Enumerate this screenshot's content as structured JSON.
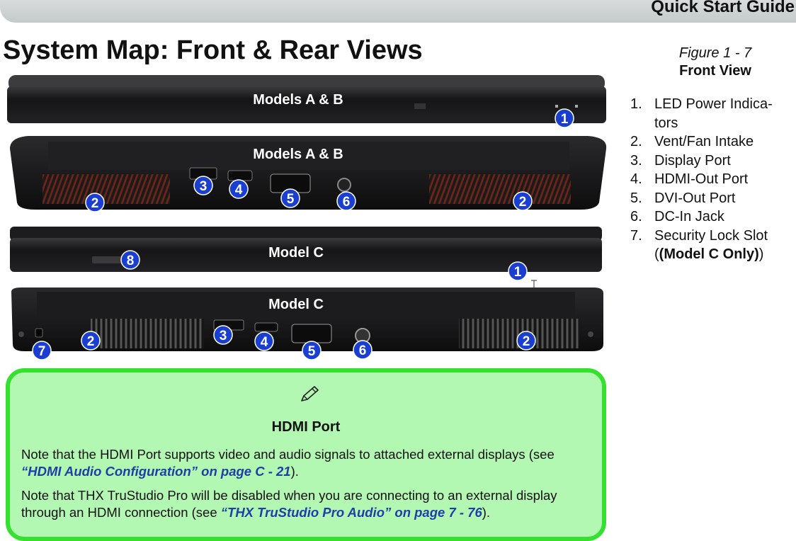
{
  "header": {
    "title": "Quick Start Guide"
  },
  "page_title": "System Map: Front & Rear Views",
  "figure": {
    "number": "Figure 1 - 7",
    "name": "Front View"
  },
  "legend": [
    {
      "num": "1.",
      "lines": [
        "LED Power Indica-",
        "tors"
      ]
    },
    {
      "num": "2.",
      "lines": [
        "Vent/Fan Intake"
      ]
    },
    {
      "num": "3.",
      "lines": [
        "Display Port"
      ]
    },
    {
      "num": "4.",
      "lines": [
        "HDMI-Out Port"
      ]
    },
    {
      "num": "5.",
      "lines": [
        "DVI-Out Port"
      ]
    },
    {
      "num": "6.",
      "lines": [
        "DC-In Jack"
      ]
    },
    {
      "num": "7.",
      "lines": [
        "Security Lock Slot",
        "(Model C Only)"
      ]
    }
  ],
  "views": {
    "front_ab": {
      "label": "Models A & B",
      "callouts": [
        "1"
      ]
    },
    "rear_ab": {
      "label": "Models A & B",
      "callouts": [
        "2",
        "3",
        "4",
        "5",
        "6",
        "2"
      ]
    },
    "front_c": {
      "label": "Model C",
      "callouts": [
        "8",
        "1"
      ]
    },
    "rear_c": {
      "label": "Model C",
      "callouts": [
        "7",
        "2",
        "3",
        "4",
        "5",
        "6",
        "2"
      ]
    }
  },
  "note": {
    "heading": "HDMI Port",
    "p1_text": "Note that the HDMI Port supports video and audio signals to attached external displays (see",
    "p1_link": "“HDMI Audio Configuration” on page C - 21",
    "p1_end": ").",
    "p2_text": "Note that THX TruStudio Pro will be disabled when you are connecting to an external display through an HDMI connection (see",
    "p2_link": "“THX TruStudio Pro Audio” on page 7 - 76",
    "p2_end": ")."
  },
  "colors": {
    "callout": "#1a3fd0",
    "note_bg": "#b2f7b2",
    "note_border": "#36e030",
    "link": "#1f3ea8"
  }
}
